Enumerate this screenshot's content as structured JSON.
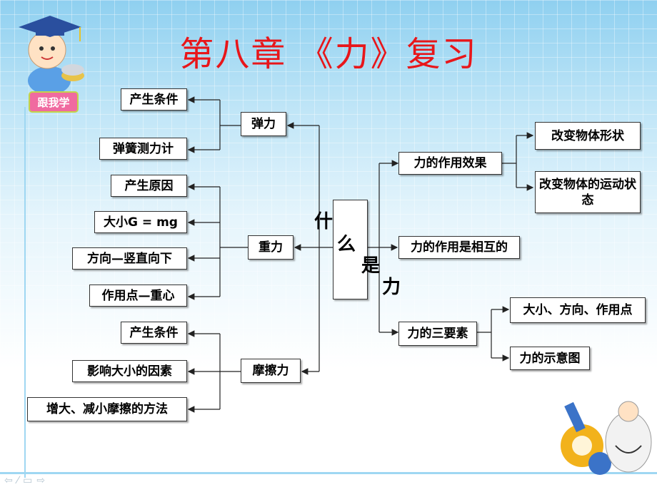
{
  "title": "第八章 《力》复习",
  "badge": "跟我学",
  "center_chars": [
    "什",
    "么",
    "是",
    "力"
  ],
  "left": {
    "elastic": {
      "label": "弹力",
      "items": [
        "产生条件",
        "弹簧测力计"
      ]
    },
    "gravity": {
      "label": "重力",
      "items": [
        "产生原因",
        "大小G = mg",
        "方向—竖直向下",
        "作用点—重心"
      ]
    },
    "friction": {
      "label": "摩擦力",
      "items": [
        "产生条件",
        "影响大小的因素",
        "增大、减小摩擦的方法"
      ]
    }
  },
  "right": {
    "effect": {
      "label": "力的作用效果",
      "items": [
        "改变物体形状",
        "改变物体的运动状态"
      ]
    },
    "mutual": {
      "label": "力的作用是相互的"
    },
    "elements": {
      "label": "力的三要素",
      "items": [
        "大小、方向、作用点",
        "力的示意图"
      ]
    }
  },
  "nav_icons": [
    "prev-icon",
    "pen-icon",
    "menu-icon",
    "next-icon"
  ],
  "colors": {
    "title": "#e8161a",
    "background_top": "#8fd0f0"
  }
}
